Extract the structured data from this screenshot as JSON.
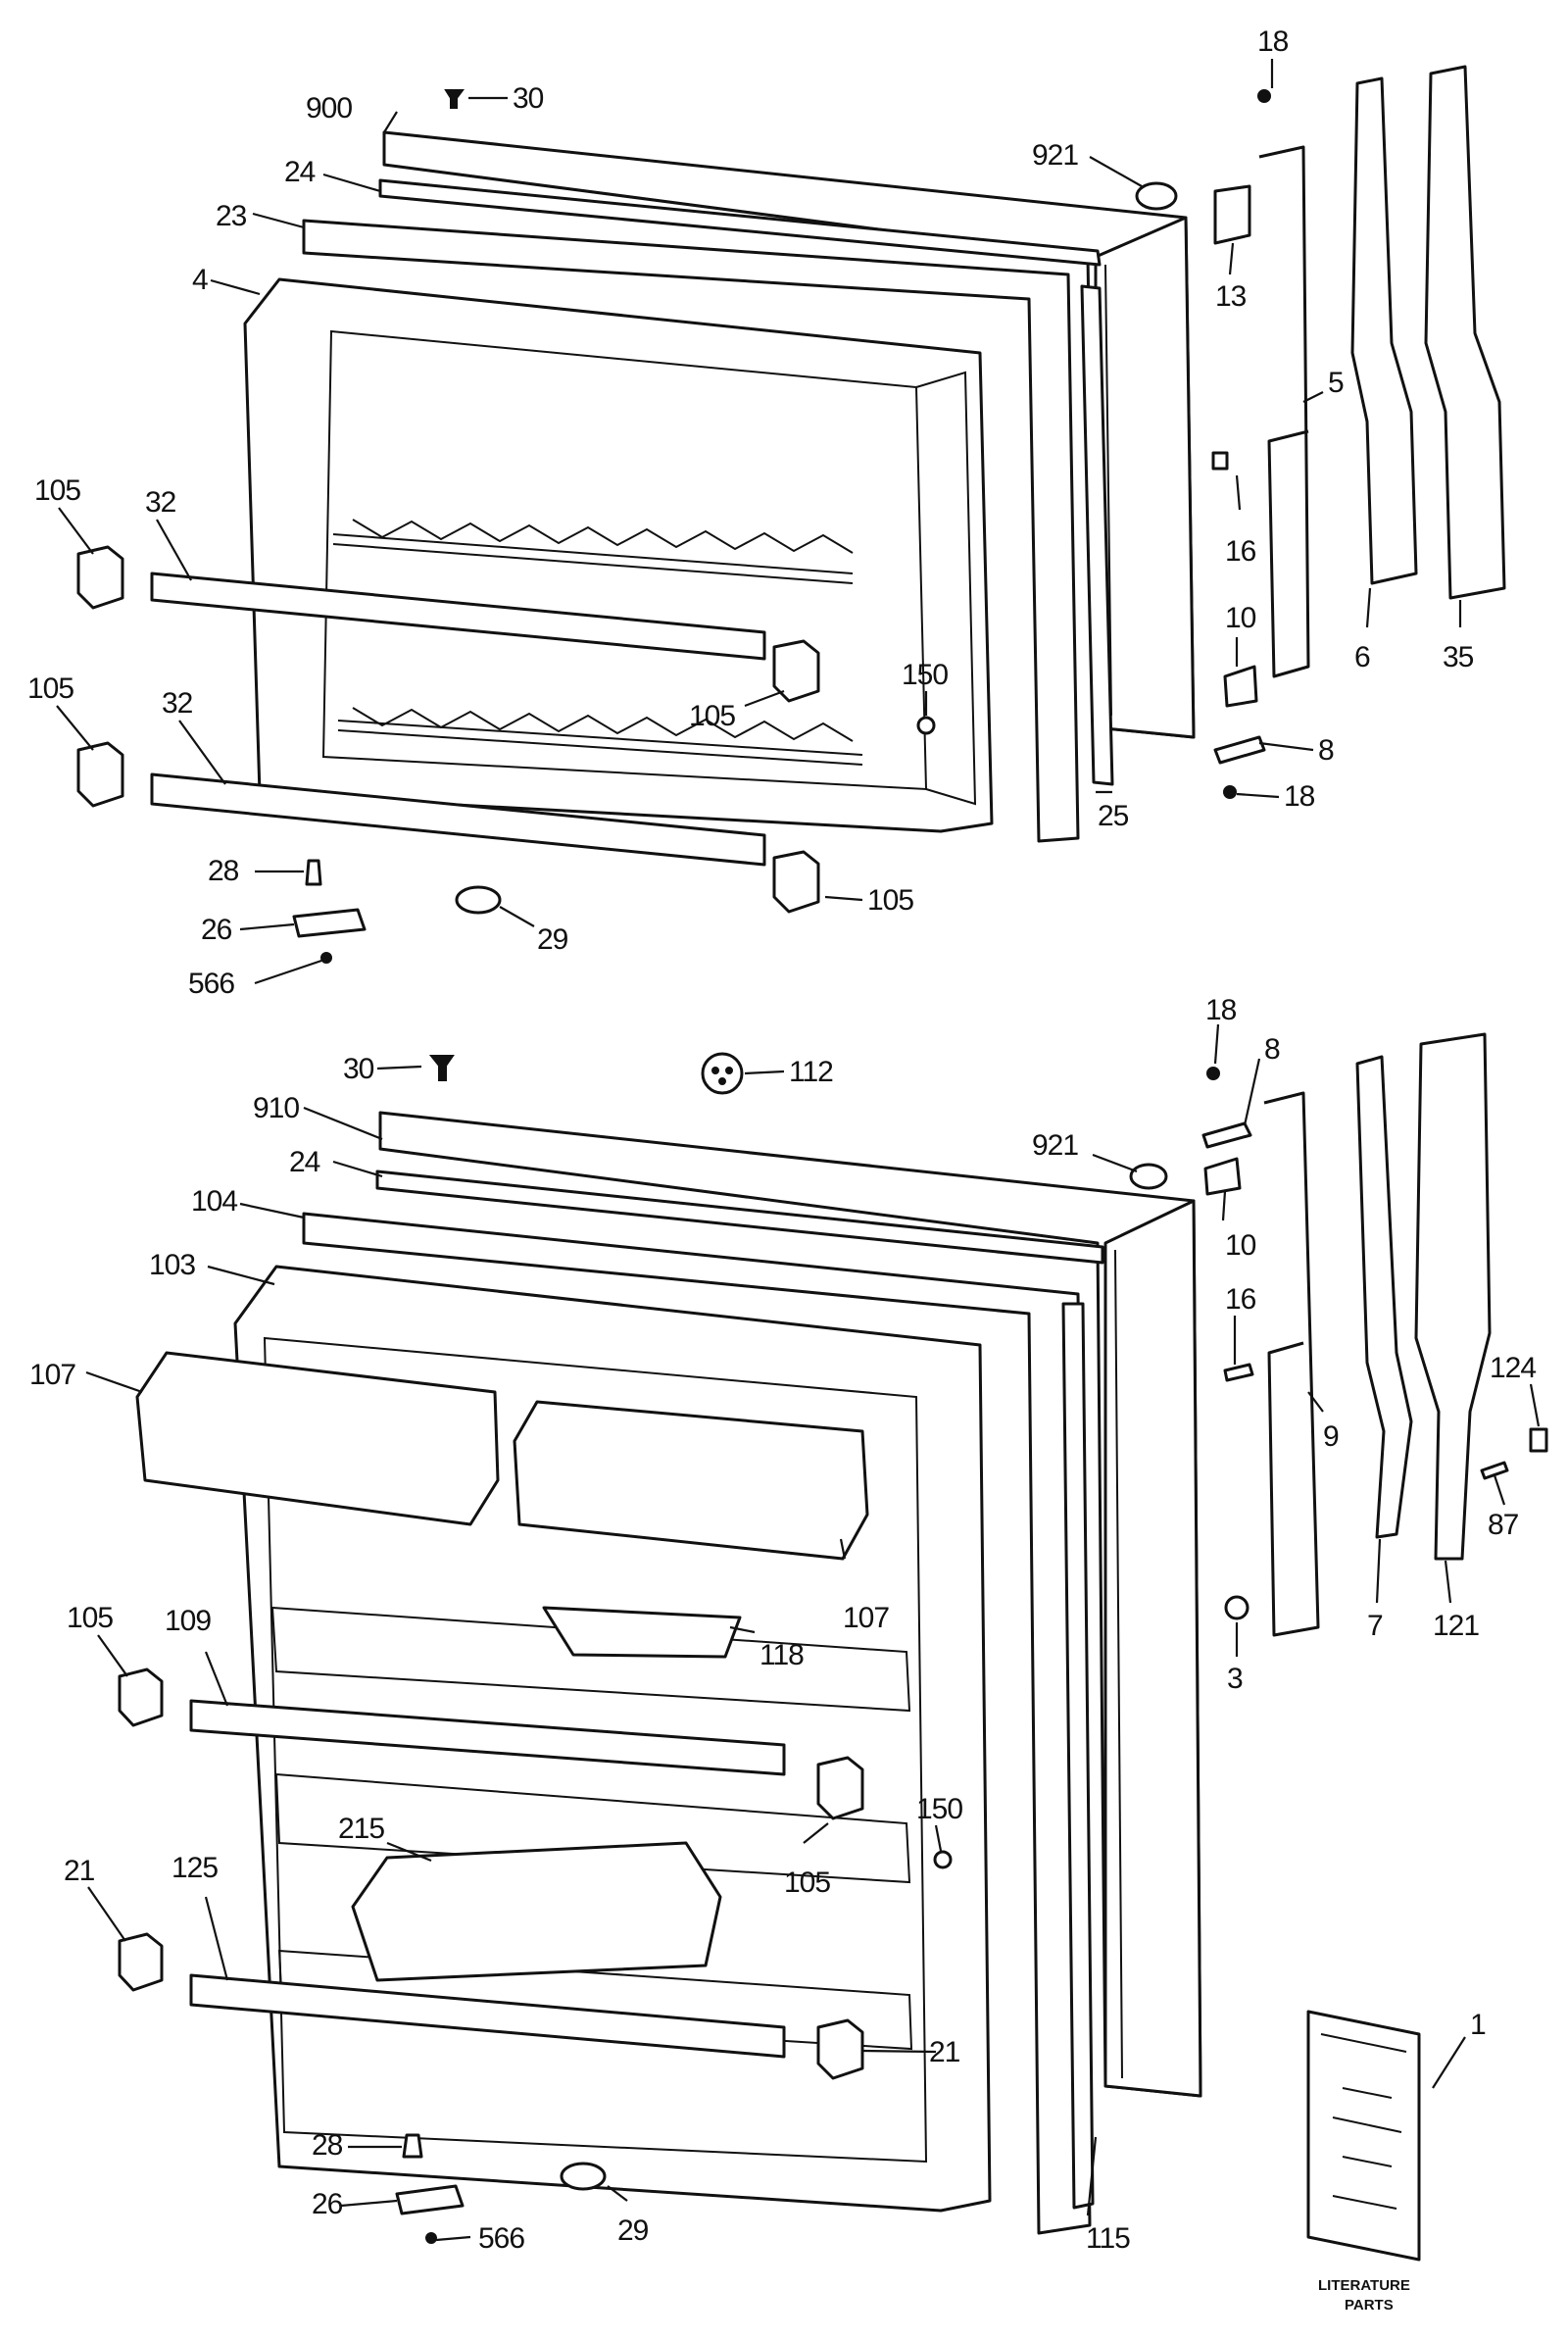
{
  "labels": {
    "top": {
      "p900": "900",
      "p30": "30",
      "p24": "24",
      "p23": "23",
      "p4": "4",
      "p921": "921",
      "p18a": "18",
      "p13": "13",
      "p5": "5",
      "p16": "16",
      "p10": "10",
      "p6": "6",
      "p35": "35",
      "p8": "8",
      "p18b": "18",
      "p25": "25",
      "p150": "150",
      "p105a": "105",
      "p105b": "105",
      "p105c": "105",
      "p105d": "105",
      "p32a": "32",
      "p32b": "32",
      "p28": "28",
      "p26": "26",
      "p566": "566",
      "p29": "29"
    },
    "bottom": {
      "p30": "30",
      "p112": "112",
      "p910": "910",
      "p24": "24",
      "p104": "104",
      "p103": "103",
      "p107a": "107",
      "p107b": "107",
      "p921": "921",
      "p18": "18",
      "p8": "8",
      "p10": "10",
      "p16": "16",
      "p9": "9",
      "p124": "124",
      "p87": "87",
      "p7": "7",
      "p121": "121",
      "p3": "3",
      "p118": "118",
      "p105a": "105",
      "p109": "109",
      "p150": "150",
      "p215": "215",
      "p105b": "105",
      "p21a": "21",
      "p125": "125",
      "p21b": "21",
      "p28": "28",
      "p26": "26",
      "p566": "566",
      "p29": "29",
      "p115": "115",
      "p1": "1"
    }
  },
  "literature": {
    "line1": "LITERATURE",
    "line2": "PARTS"
  }
}
